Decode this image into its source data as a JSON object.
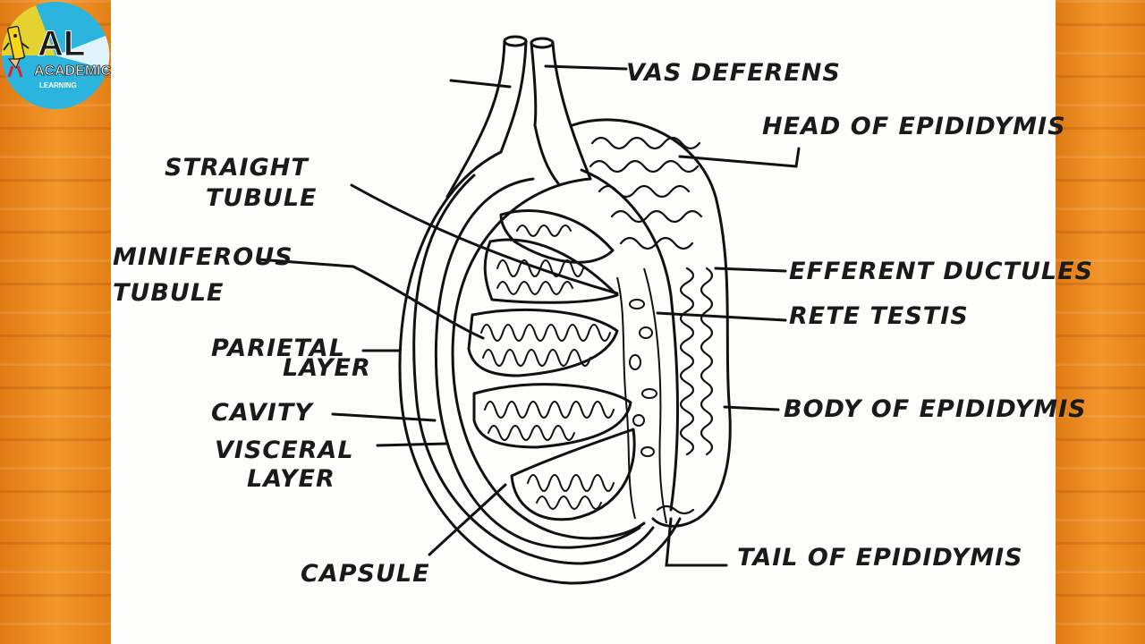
{
  "logo": {
    "mark": "AL",
    "name": "ACADEMIC",
    "tagline": "LEARNING",
    "icon": "pencil-mascot-icon",
    "colors": {
      "bg": "#2bb5de",
      "yellow": "#f7d51d",
      "red": "#e02323"
    }
  },
  "labels": {
    "vas_deferens": "VAS DEFERENS",
    "head_of_epididymis": "HEAD OF EPIDIDYMIS",
    "straight_tubule_1": "STRAIGHT",
    "straight_tubule_2": "TUBULE",
    "seminiferous_tubule_1": "MINIFEROUS",
    "seminiferous_tubule_2": "TUBULE",
    "efferent_ductules": "EFFERENT DUCTULES",
    "rete_testis": "RETE TESTIS",
    "parietal_layer_1": "PARIETAL",
    "parietal_layer_2": "LAYER",
    "body_of_epididymis": "BODY OF EPIDIDYMIS",
    "cavity": "CAVITY",
    "visceral_layer_1": "VISCERAL",
    "visceral_layer_2": "LAYER",
    "tail_of_epididymis": "TAIL OF EPIDIDYMIS",
    "capsule": "CAPSULE"
  }
}
